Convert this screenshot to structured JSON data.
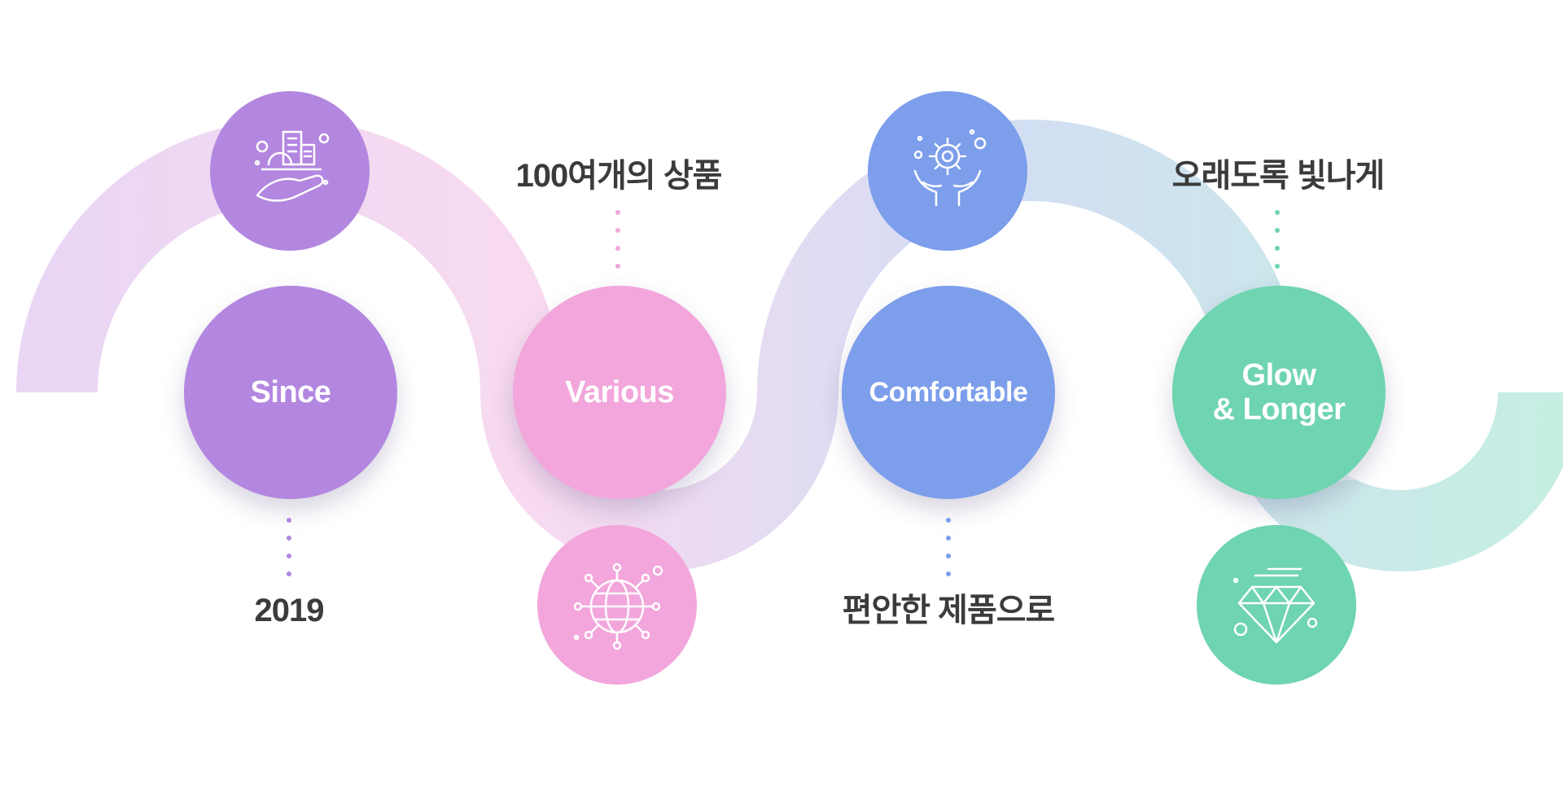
{
  "steps": [
    {
      "label": "Since",
      "caption": "2019",
      "color": "#b387e0",
      "band_color": "#e7d2f3",
      "icon": "hand-buildings-icon"
    },
    {
      "label": "Various",
      "caption": "100여개의 상품",
      "color": "#f2a6db",
      "band_color": "#f7d6ee",
      "icon": "globe-network-icon"
    },
    {
      "label": "Comfortable",
      "caption": "편안한 제품으로",
      "color": "#7c9eeb",
      "band_color": "#cfd9f3",
      "icon": "hands-gear-icon"
    },
    {
      "label": "Glow\n& Longer",
      "caption": "오래도록 빛나게",
      "color": "#6fd4b0",
      "band_color": "#bfece0",
      "icon": "diamond-icon"
    }
  ]
}
